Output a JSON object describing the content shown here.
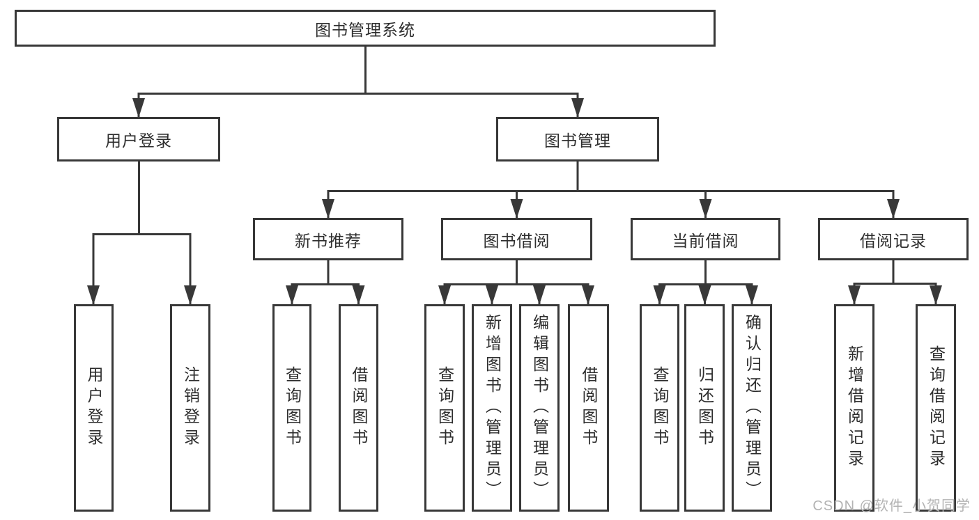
{
  "colors": {
    "line": "#383838",
    "border": "#383838",
    "text": "#2d2d2d",
    "watermark": "#b3b3b3",
    "background": "#ffffff"
  },
  "nodes": {
    "root": "图书管理系统",
    "userLogin": "用户登录",
    "bookMgmt": "图书管理",
    "newBooks": "新书推荐",
    "bookBorrow": "图书借阅",
    "currentBorrow": "当前借阅",
    "borrowRecords": "借阅记录",
    "ul1": "用户登录",
    "ul2": "注销登录",
    "nb1": "查询图书",
    "nb2": "借阅图书",
    "bb1": "查询图书",
    "bb2": "新增图书（管理员）",
    "bb3": "编辑图书（管理员）",
    "bb4": "借阅图书",
    "cb1": "查询图书",
    "cb2": "归还图书",
    "cb3": "确认归还（管理员）",
    "br1": "新增借阅记录",
    "br2": "查询借阅记录"
  },
  "hierarchy": {
    "图书管理系统": {
      "用户登录": [
        "用户登录",
        "注销登录"
      ],
      "图书管理": {
        "新书推荐": [
          "查询图书",
          "借阅图书"
        ],
        "图书借阅": [
          "查询图书",
          "新增图书（管理员）",
          "编辑图书（管理员）",
          "借阅图书"
        ],
        "当前借阅": [
          "查询图书",
          "归还图书",
          "确认归还（管理员）"
        ],
        "借阅记录": [
          "新增借阅记录",
          "查询借阅记录"
        ]
      }
    }
  },
  "watermark": "CSDN @软件_小贺同学"
}
